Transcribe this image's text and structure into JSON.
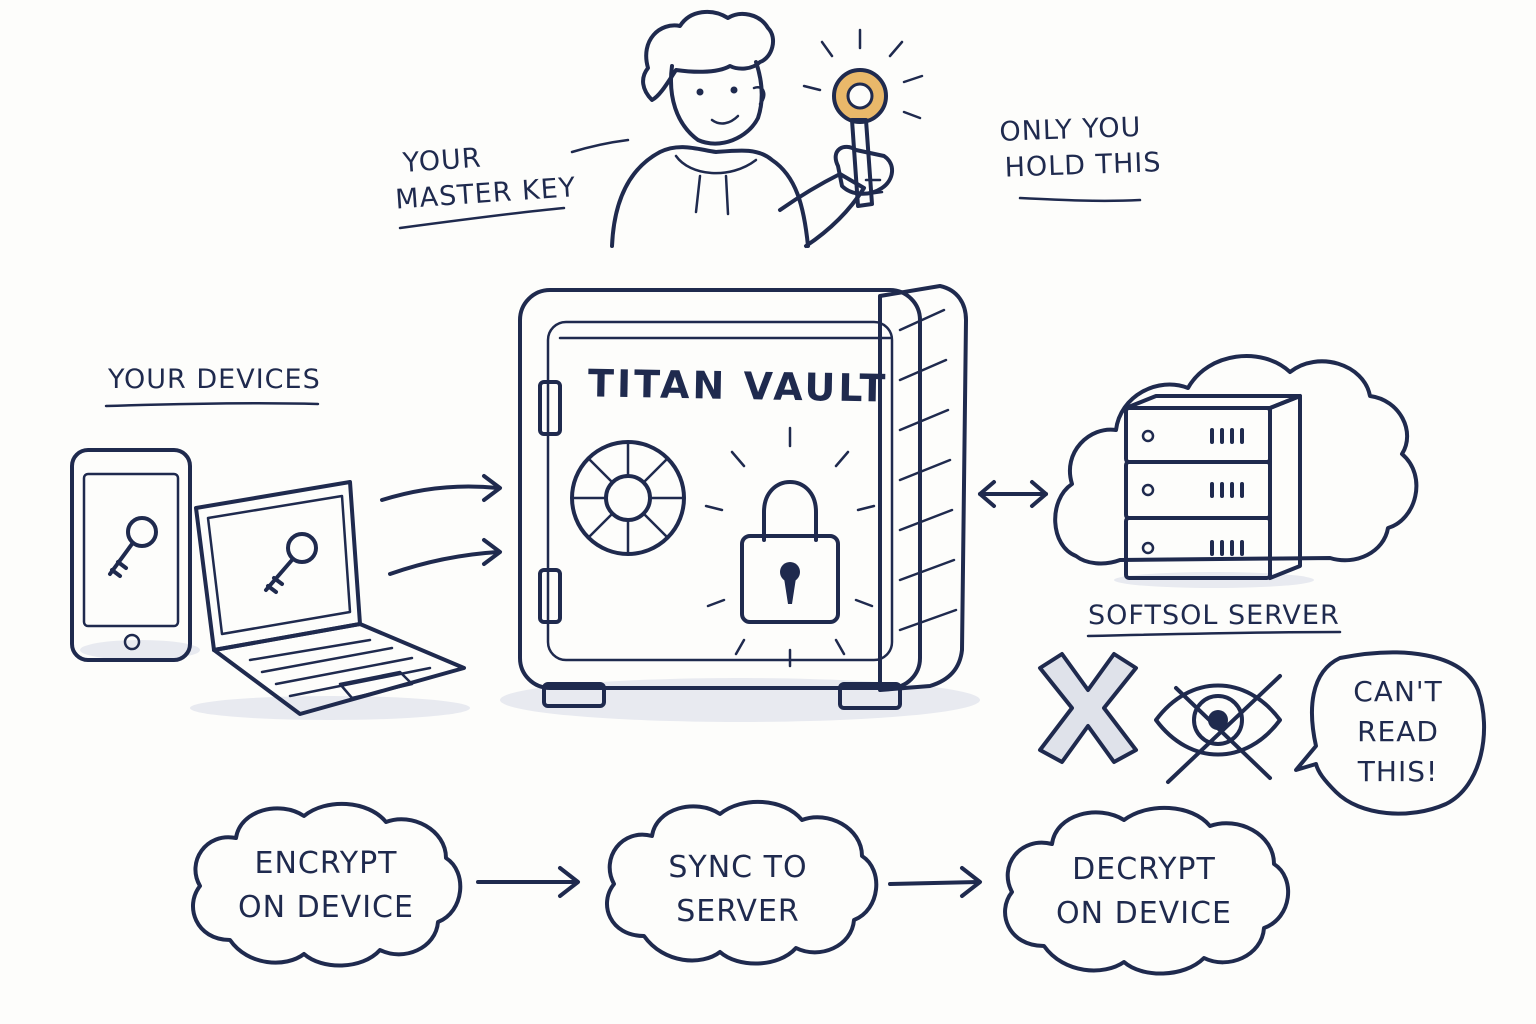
{
  "labels": {
    "master_key_line1": "YOUR",
    "master_key_line2": "MASTER KEY",
    "only_you_line1": "ONLY YOU",
    "only_you_line2": "HOLD THIS",
    "your_devices": "YOUR DEVICES",
    "vault_title": "TITAN VAULT",
    "server_label": "SOFTSOL SERVER",
    "bubble_line1": "CAN'T",
    "bubble_line2": "READ",
    "bubble_line3": "THIS!"
  },
  "steps": [
    {
      "line1": "ENCRYPT",
      "line2": "ON DEVICE"
    },
    {
      "line1": "SYNC TO",
      "line2": "SERVER"
    },
    {
      "line1": "DECRYPT",
      "line2": "ON DEVICE"
    }
  ],
  "colors": {
    "ink": "#1f2a4e",
    "key_gold": "#e9b86a",
    "paper": "#fdfdfb",
    "vault_fill": "#f1f2f6"
  }
}
